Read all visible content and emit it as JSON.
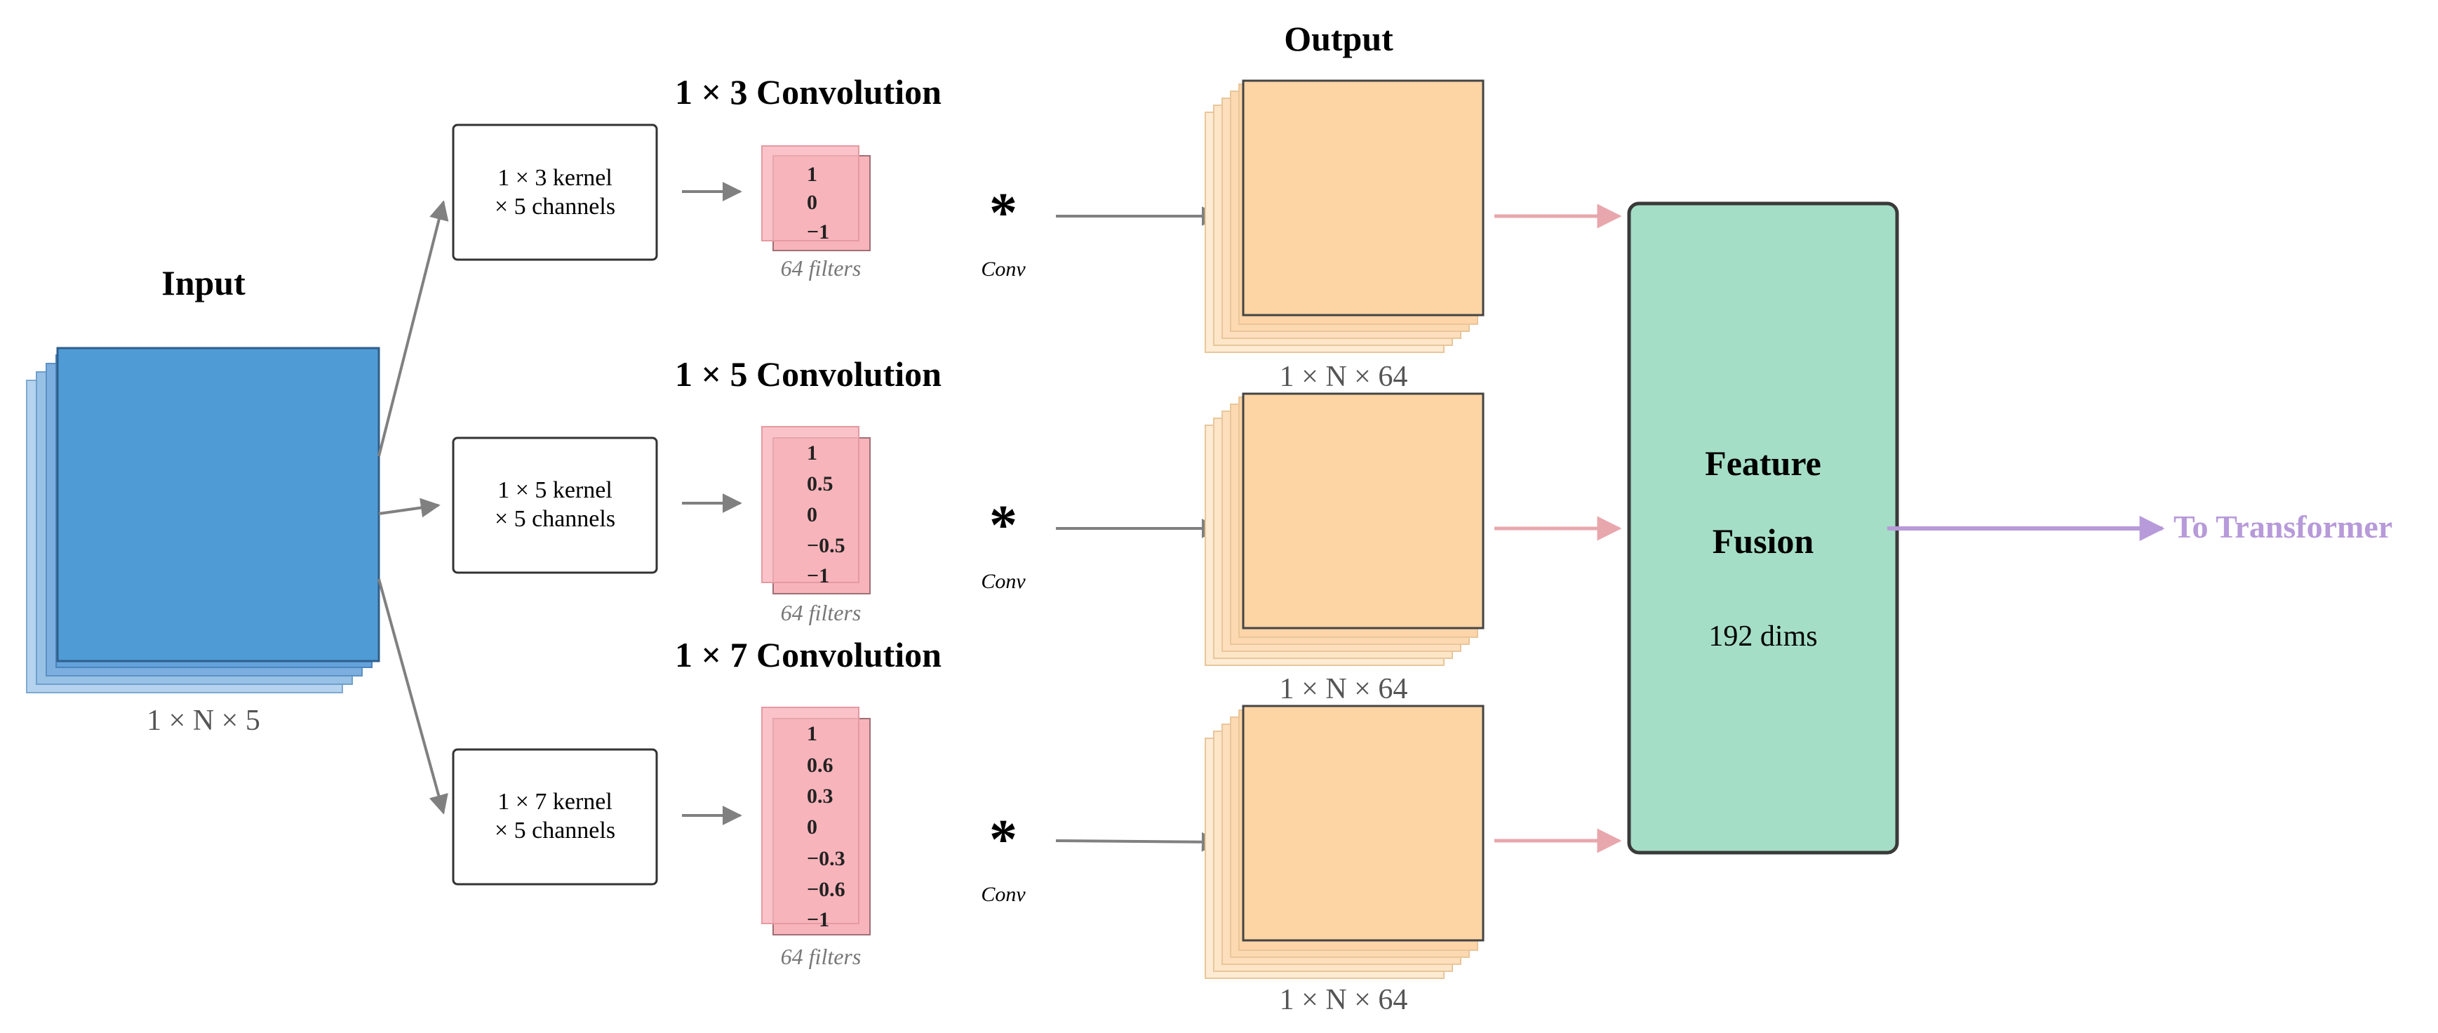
{
  "input": {
    "title": "Input",
    "dims": "1 × N × 5"
  },
  "output": {
    "title": "Output"
  },
  "branches": [
    {
      "title": "1 × 3 Convolution",
      "kernel_line1": "1 × 3 kernel",
      "kernel_line2": "× 5 channels",
      "values": [
        "1",
        "0",
        "−1"
      ],
      "filters": "64 filters",
      "star": "*",
      "conv": "Conv",
      "out_dims": "1 × N × 64"
    },
    {
      "title": "1 × 5 Convolution",
      "kernel_line1": "1 × 5 kernel",
      "kernel_line2": "× 5 channels",
      "values": [
        "1",
        "0.5",
        "0",
        "−0.5",
        "−1"
      ],
      "filters": "64 filters",
      "star": "*",
      "conv": "Conv",
      "out_dims": "1 × N × 64"
    },
    {
      "title": "1 × 7 Convolution",
      "kernel_line1": "1 × 7 kernel",
      "kernel_line2": "× 5 channels",
      "values": [
        "1",
        "0.6",
        "0.3",
        "0",
        "−0.3",
        "−0.6",
        "−1"
      ],
      "filters": "64 filters",
      "star": "*",
      "conv": "Conv",
      "out_dims": "1 × N × 64"
    }
  ],
  "fusion": {
    "line1": "Feature",
    "line2": "Fusion",
    "dims": "192 dims"
  },
  "to_transformer": "To Transformer",
  "colors": {
    "input_blue": "#4f9bd5",
    "kernel_pink": "#f8b4bb",
    "output_orange": "#fdd4a4",
    "fusion_green": "#a5dec6",
    "pink_arrow": "#e8a7ad",
    "purple_arrow": "#b79ad9",
    "gray_arrow": "#808080"
  }
}
